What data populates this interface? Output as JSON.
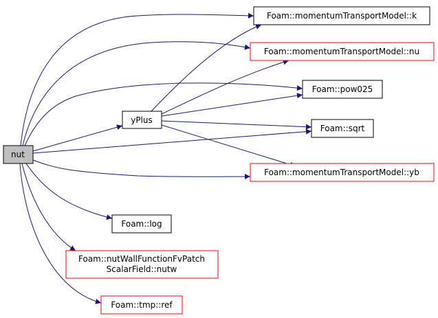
{
  "graph": {
    "nodes": {
      "nut": "nut",
      "yplus": "yPlus",
      "k": "Foam::momentumTransportModel::k",
      "nu": "Foam::momentumTransportModel::nu",
      "pow025": "Foam::pow025",
      "sqrt": "Foam::sqrt",
      "yb": "Foam::momentumTransportModel::yb",
      "log": "Foam::log",
      "nutw_line1": "Foam::nutWallFunctionFvPatch",
      "nutw_line2": "ScalarField::nutw",
      "ref": "Foam::tmp::ref"
    },
    "colors": {
      "edge": "#191970",
      "root_fill": "#bfbfbf",
      "undocumented_border": "#ff0000"
    }
  }
}
